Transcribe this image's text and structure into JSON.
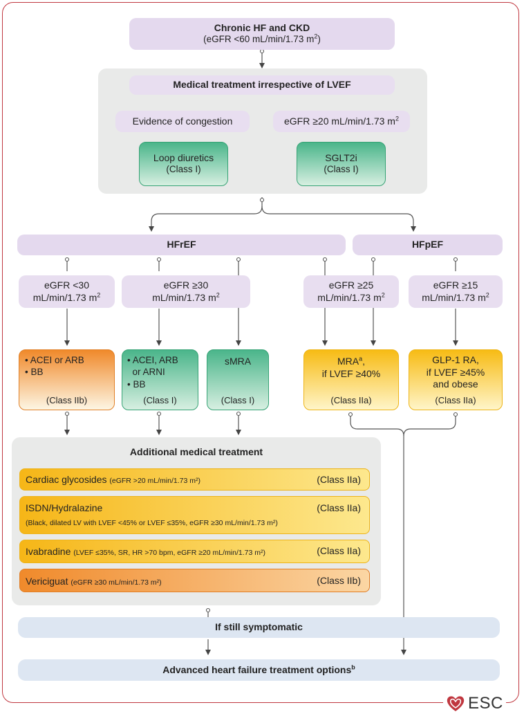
{
  "top": {
    "title": "Chronic HF and CKD",
    "subtitle_pre": "(eGFR <60 mL/min/1.73 m",
    "subtitle_sup": "2",
    "subtitle_post": ")"
  },
  "medical": {
    "title": "Medical treatment irrespective of LVEF",
    "congestion": "Evidence of congestion",
    "egfr20_pre": "eGFR ≥20 mL/min/1.73 m",
    "egfr20_sup": "2",
    "loop": {
      "name": "Loop diuretics",
      "class": "(Class I)"
    },
    "sglt2i": {
      "name": "SGLT2i",
      "class": "(Class I)"
    }
  },
  "hfref": {
    "label": "HFrEF"
  },
  "hfpef": {
    "label": "HFpEF"
  },
  "criteria": {
    "lt30_l1": "eGFR <30",
    "lt30_l2": "mL/min/1.73 m",
    "sup": "2",
    "ge30_l1": "eGFR ≥30",
    "ge30_l2": "mL/min/1.73 m",
    "ge25_l1": "eGFR ≥25",
    "ge25_l2": "mL/min/1.73 m",
    "ge15_l1": "eGFR ≥15",
    "ge15_l2": "mL/min/1.73 m"
  },
  "treatments": {
    "acei": {
      "items": [
        "ACEI or ARB",
        "BB"
      ],
      "class": "(Class IIb)"
    },
    "arni": {
      "item1_l1": "ACEI, ARB",
      "item1_l2": "or ARNI",
      "item2": "BB",
      "class": "(Class I)"
    },
    "smra": {
      "name": "sMRA",
      "class": "(Class I)"
    },
    "mra": {
      "name_pre": "MRA",
      "name_sup": "a",
      "name_post": ",",
      "cond": "if LVEF ≥40%",
      "class": "(Class IIa)"
    },
    "glp": {
      "l1": "GLP-1 RA,",
      "l2": "if LVEF ≥45%",
      "l3": "and obese",
      "class": "(Class IIa)"
    }
  },
  "additional": {
    "title": "Additional medical treatment",
    "rows": [
      {
        "name": "Cardiac glycosides",
        "note": "(eGFR >20 mL/min/1.73 m²)",
        "class": "(Class IIa)"
      },
      {
        "name": "ISDN/Hydralazine",
        "note": "(Black, dilated LV with LVEF <45% or LVEF ≤35%, eGFR ≥30 mL/min/1.73 m²)",
        "class": "(Class IIa)"
      },
      {
        "name": "Ivabradine",
        "note": "(LVEF ≤35%, SR, HR >70 bpm, eGFR ≥20 mL/min/1.73 m²)",
        "class": "(Class IIa)"
      },
      {
        "name": "Vericiguat",
        "note": "(eGFR ≥30 mL/min/1.73 m²)",
        "class": "(Class IIb)"
      }
    ]
  },
  "still": {
    "label": "If still symptomatic"
  },
  "advanced": {
    "label": "Advanced heart failure treatment options",
    "sup": "b"
  },
  "logo": {
    "text": "ESC"
  },
  "colors": {
    "border": "#c0373f",
    "lavender": "#e4d9ee",
    "blue": "#dde6f2",
    "green": "#35a274",
    "orange": "#e07f26",
    "yellow": "#edb416",
    "gray_panel": "#e9eae9"
  }
}
